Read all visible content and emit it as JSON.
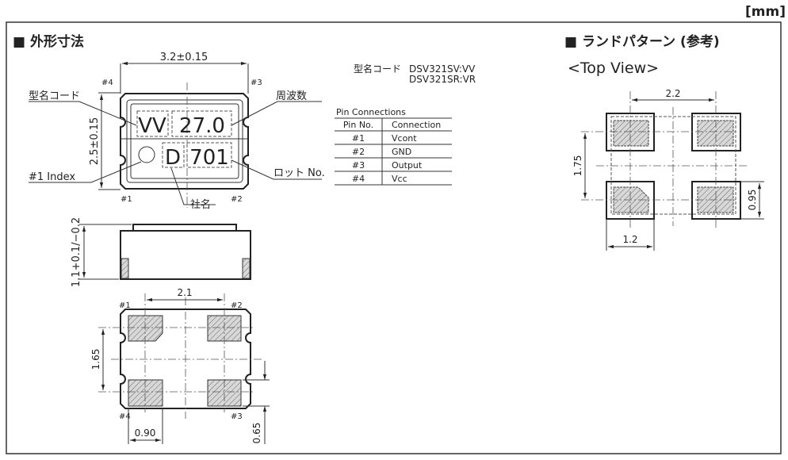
{
  "unit_label": "[mm]",
  "outline": {
    "title": "■ 外形寸法",
    "dim_width": "3.2±0.15",
    "dim_height": "2.5±0.15",
    "dim_thickness": "1.1+0.1/−0.2",
    "pins": [
      "#1",
      "#2",
      "#3",
      "#4"
    ],
    "marking": {
      "model_code": "VV",
      "frequency": "27.0",
      "company": "D",
      "lot": "701"
    },
    "callouts": {
      "model_code": "型名コード",
      "frequency": "周波数",
      "index": "#1 Index",
      "lot": "ロット No.",
      "company": "社名"
    },
    "bottom_dims": {
      "pad_pitch_x": "2.1",
      "pad_pitch_y": "1.65",
      "pad_width": "0.90",
      "pad_height": "0.65"
    }
  },
  "model_codes": {
    "label": "型名コード",
    "line1": "DSV321SV:VV",
    "line2": "DSV321SR:VR"
  },
  "pin_table": {
    "title": "Pin Connections",
    "headers": [
      "Pin No.",
      "Connection"
    ],
    "rows": [
      [
        "#1",
        "Vcont"
      ],
      [
        "#2",
        "GND"
      ],
      [
        "#3",
        "Output"
      ],
      [
        "#4",
        "Vcc"
      ]
    ]
  },
  "land_pattern": {
    "title": "■ ランドパターン (参考)",
    "view": "<Top View>",
    "dims": {
      "pitch_x": "2.2",
      "pitch_y": "1.75",
      "pad_height": "0.95",
      "pad_width": "1.2"
    }
  }
}
